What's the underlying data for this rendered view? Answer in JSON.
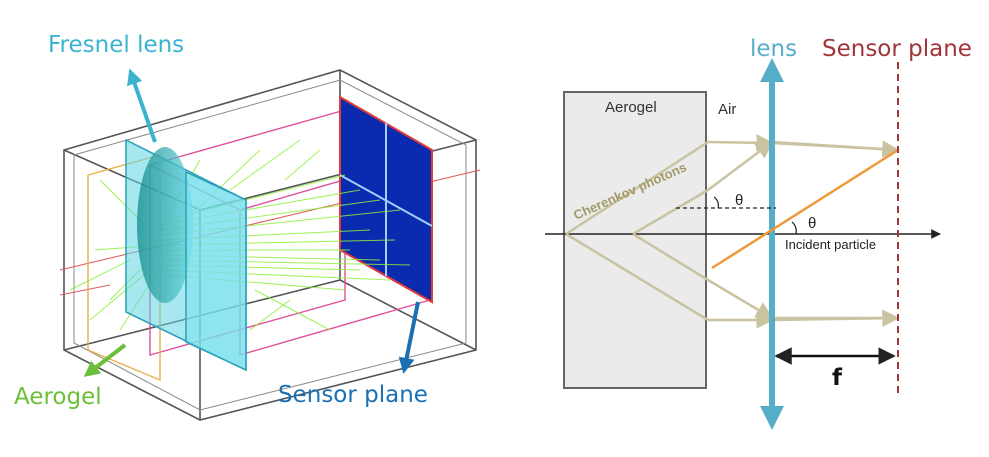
{
  "left_panel": {
    "fresnel_label": "Fresnel lens",
    "aerogel_label": "Aerogel",
    "sensor_label": "Sensor plane",
    "colors": {
      "fresnel": "#3ab3cf",
      "aerogel": "#6cbf3a",
      "sensor": "#1b6fb3",
      "sensor_panel": "#0a2ab0",
      "tracks": "#8ef03a"
    }
  },
  "right_panel": {
    "lens_label": "lens",
    "sensor_plane_label": "Sensor plane",
    "aerogel_label": "Aerogel",
    "air_label": "Air",
    "photons_label": "Cherenkov photons",
    "theta_symbol": "θ",
    "incident_label": "Incident particle",
    "focal_label": "f",
    "colors": {
      "lens": "#56aec8",
      "sensor": "#a2353a",
      "rays": "#c9c3a0",
      "particle_track": "#ee9a3a",
      "photons_text": "#a39a6a"
    }
  }
}
